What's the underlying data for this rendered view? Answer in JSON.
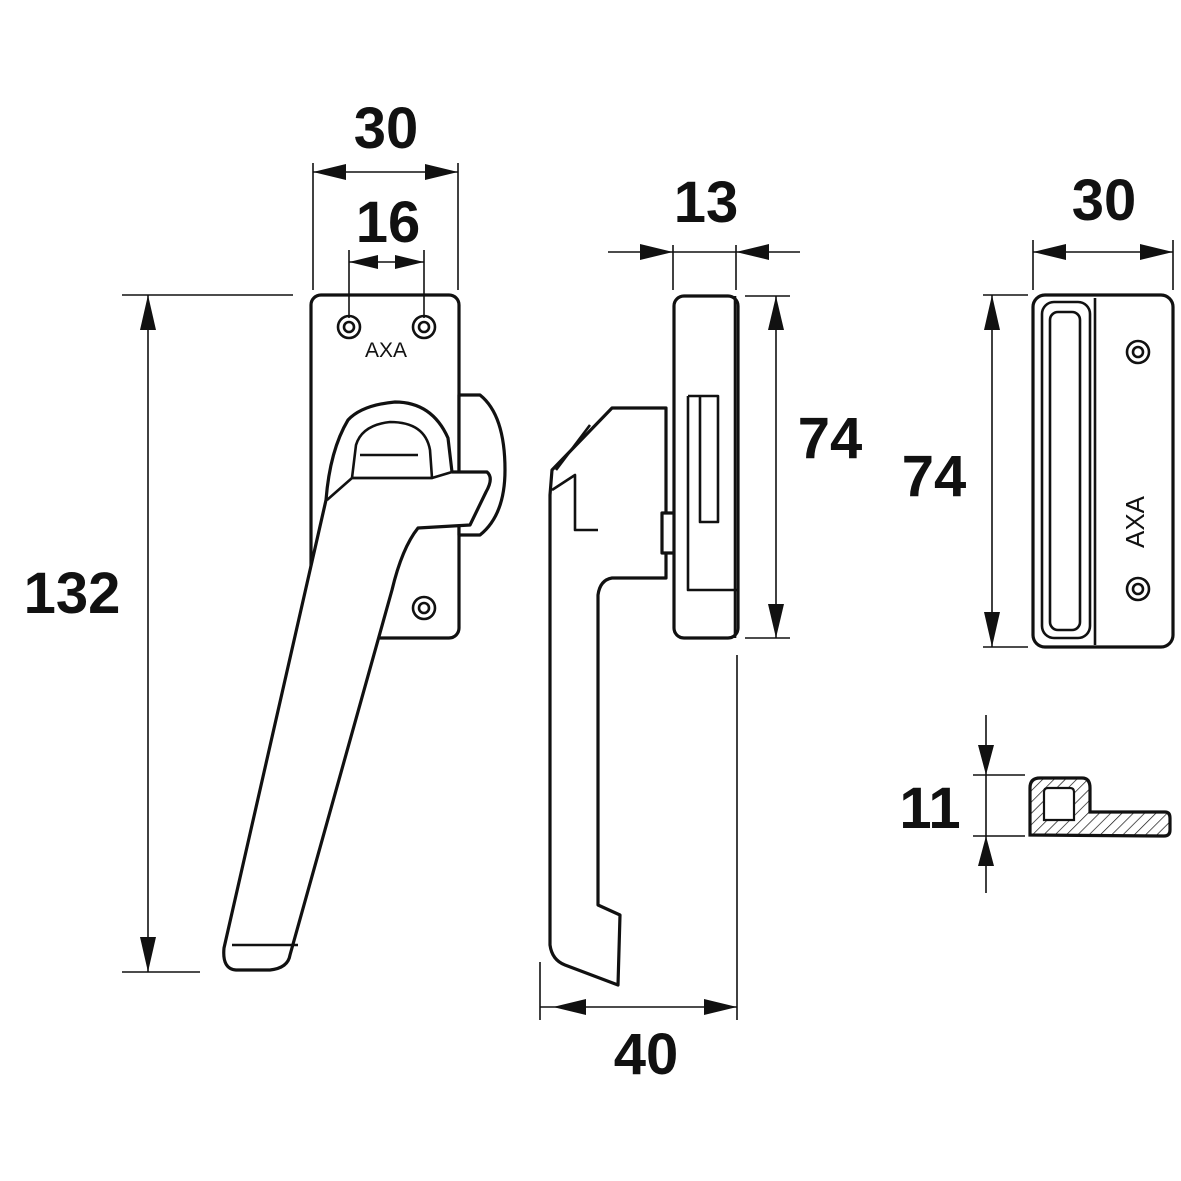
{
  "dimensions": {
    "front_width": "30",
    "screw_spacing": "16",
    "total_height": "132",
    "side_depth": "13",
    "side_height": "74",
    "handle_reach": "40",
    "keeper_width": "30",
    "keeper_height": "74",
    "keeper_profile_height": "11"
  },
  "brand": {
    "front_label": "AXA",
    "keeper_label": "AXA"
  }
}
